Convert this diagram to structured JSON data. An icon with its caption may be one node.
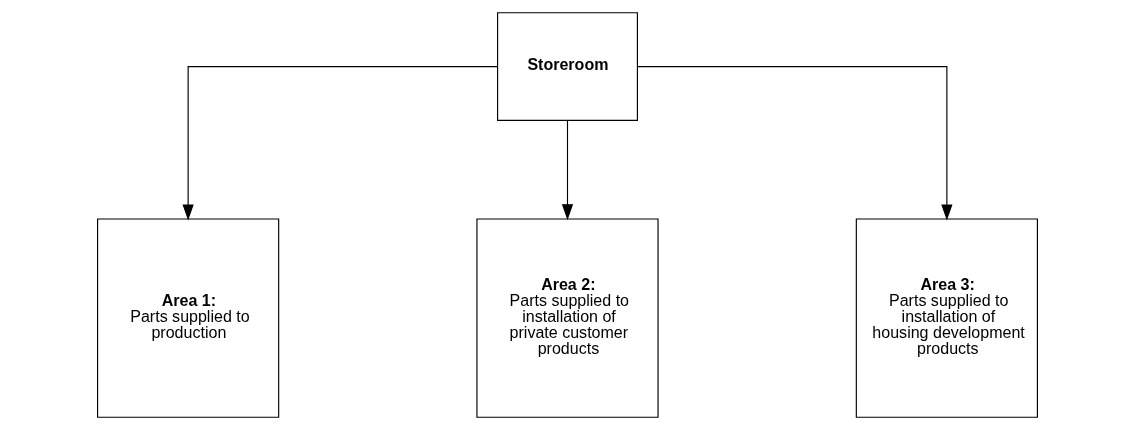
{
  "diagram": {
    "nodes": [
      {
        "text": [
          "Storeroom"
        ]
      },
      {
        "text": [
          "Area 1:",
          "Parts supplied to production"
        ]
      },
      {
        "text": [
          "Area 2:",
          "Parts supplied to installation of private customer products"
        ]
      },
      {
        "text": [
          "Area 3:",
          "Parts supplied to installation of housing development products"
        ]
      }
    ],
    "edges": [
      {
        "from": 0,
        "to": 1,
        "arrow": "to"
      },
      {
        "from": 0,
        "to": 2,
        "arrow": "to"
      },
      {
        "from": 0,
        "to": 3,
        "arrow": "to"
      }
    ]
  }
}
